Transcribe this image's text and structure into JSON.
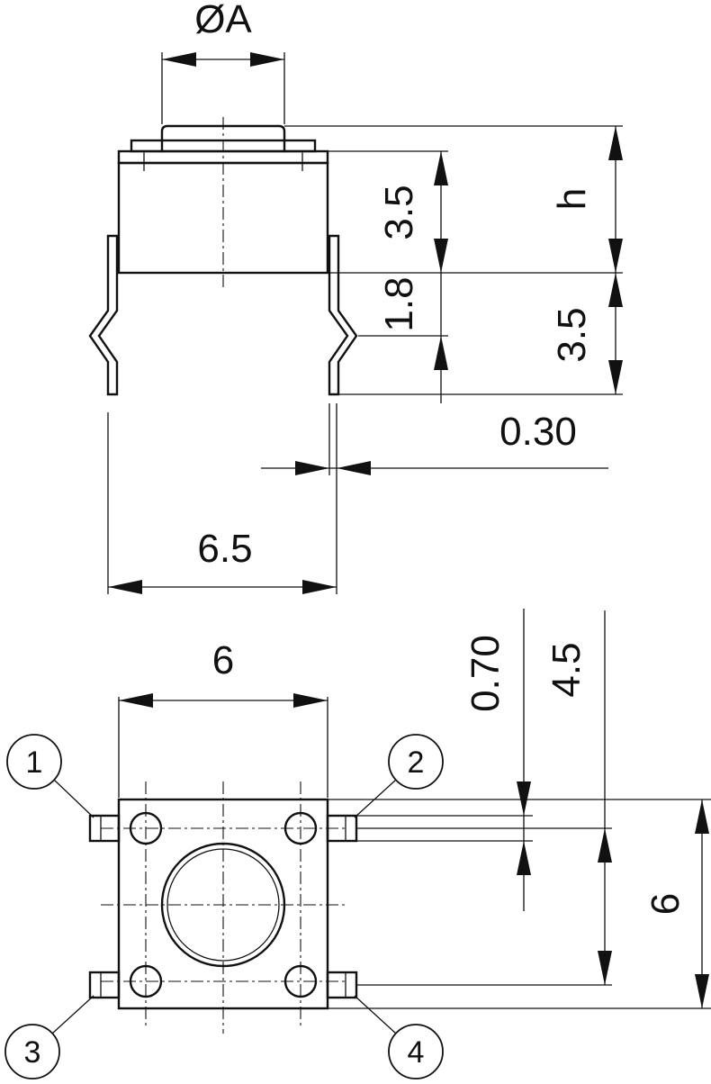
{
  "side_view": {
    "dim_diameter": "ØA",
    "dim_h": "h",
    "dim_body_height": "3.5",
    "dim_gap": "1.8",
    "dim_lead_length": "3.5",
    "dim_lead_thickness": "0.30",
    "dim_lead_span": "6.5"
  },
  "top_view": {
    "dim_width": "6",
    "dim_pin_width": "0.70",
    "dim_pin_pitch": "4.5",
    "dim_height": "6",
    "pins": [
      "1",
      "2",
      "3",
      "4"
    ]
  }
}
